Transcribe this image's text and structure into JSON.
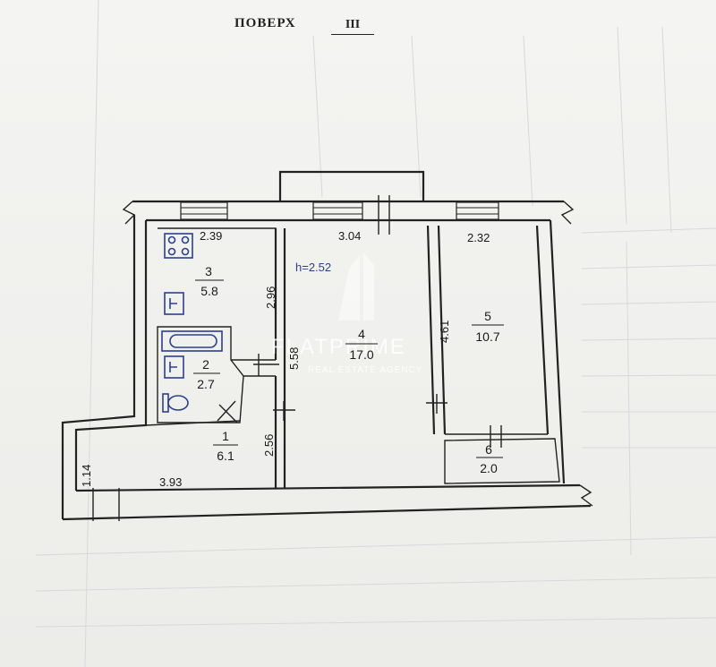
{
  "header": {
    "title": "ПОВЕРХ",
    "floor_number": "III"
  },
  "ceiling_height": "h=2.52",
  "rooms": [
    {
      "id": "1",
      "area": "6.1"
    },
    {
      "id": "2",
      "area": "2.7"
    },
    {
      "id": "3",
      "area": "5.8"
    },
    {
      "id": "4",
      "area": "17.0"
    },
    {
      "id": "5",
      "area": "10.7"
    },
    {
      "id": "6",
      "area": "2.0"
    }
  ],
  "dimensions": {
    "kitchen_width": "2.39",
    "kitchen_length": "2.96",
    "living_width": "3.04",
    "living_length": "5.58",
    "bedroom_width": "2.32",
    "bedroom_length": "4.61",
    "hall_length": "3.93",
    "hall_width": "1.14",
    "hall_depth": "2.56"
  },
  "watermark": {
    "brand": "FLATPRIME",
    "tagline": "REAL ESTATE AGENCY"
  },
  "fixture_icons": [
    "stove-icon",
    "sink-icon",
    "bathtub-icon",
    "washbasin-icon",
    "toilet-icon"
  ],
  "colors": {
    "fixture": "#2c3f8f",
    "walls": "#222222",
    "paper": "#f1f1ef"
  }
}
